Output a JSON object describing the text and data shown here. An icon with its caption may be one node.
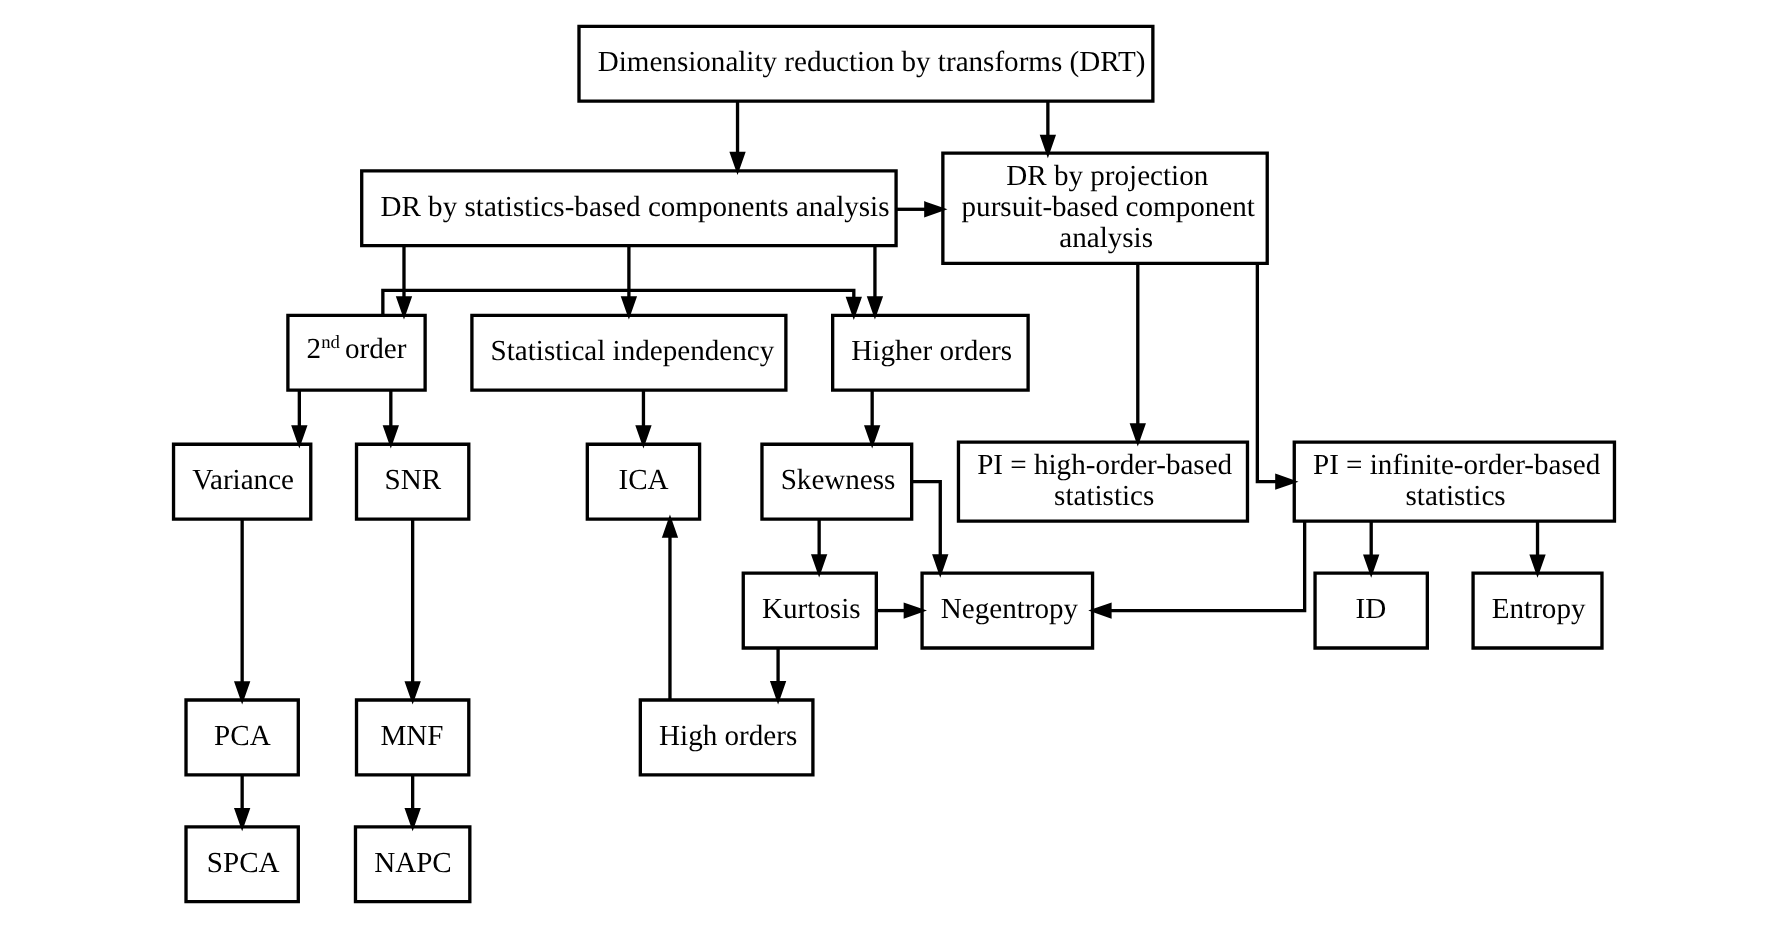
{
  "diagram": {
    "nodes": [
      {
        "text": [
          "Dimensionality reduction by transforms (DRT)"
        ]
      },
      {
        "text": [
          "DR by statistics-based components analysis"
        ]
      },
      {
        "text": [
          "DR by projection pursuit-based component analysis"
        ]
      },
      {
        "text": [
          "2$^{nd}$ order"
        ]
      },
      {
        "text": [
          "Higher orders"
        ]
      },
      {
        "text": [
          "Statistical independency"
        ]
      },
      {
        "text": [
          "PI = infinite-order-based statistics"
        ]
      },
      {
        "text": [
          "PI = high-order-based statistics"
        ]
      },
      {
        "text": [
          "Variance"
        ]
      },
      {
        "text": [
          "SNR"
        ]
      },
      {
        "text": [
          "Skewness"
        ]
      },
      {
        "text": [
          "ICA"
        ]
      },
      {
        "text": [
          "Kurtosis"
        ]
      },
      {
        "text": [
          "Negentropy"
        ]
      },
      {
        "text": [
          "Entropy"
        ]
      },
      {
        "text": [
          "ID"
        ]
      },
      {
        "text": [
          "PCA"
        ]
      },
      {
        "text": [
          "MNF"
        ]
      },
      {
        "text": [
          "High orders"
        ]
      },
      {
        "text": [
          "SPCA"
        ]
      },
      {
        "text": [
          "NAPC"
        ]
      }
    ],
    "edges": [
      {
        "from": 0,
        "to": 1,
        "arrow": "to"
      },
      {
        "from": 0,
        "to": 2,
        "arrow": "to"
      },
      {
        "from": 1,
        "to": 2,
        "arrow": "to"
      },
      {
        "from": 1,
        "to": 3,
        "arrow": "to"
      },
      {
        "from": 1,
        "to": 4,
        "arrow": "to"
      },
      {
        "from": 1,
        "to": 5,
        "arrow": "to"
      },
      {
        "from": 3,
        "to": 4,
        "arrow": "to"
      },
      {
        "from": 2,
        "to": 6,
        "arrow": "to"
      },
      {
        "from": 2,
        "to": 7,
        "arrow": "to"
      },
      {
        "from": 3,
        "to": 8,
        "arrow": "to"
      },
      {
        "from": 3,
        "to": 9,
        "arrow": "to"
      },
      {
        "from": 4,
        "to": 10,
        "arrow": "to"
      },
      {
        "from": 5,
        "to": 11,
        "arrow": "to"
      },
      {
        "from": 6,
        "to": 13,
        "arrow": "to"
      },
      {
        "from": 6,
        "to": 14,
        "arrow": "to"
      },
      {
        "from": 6,
        "to": 15,
        "arrow": "to"
      },
      {
        "from": 8,
        "to": 16,
        "arrow": "to"
      },
      {
        "from": 9,
        "to": 17,
        "arrow": "to"
      },
      {
        "from": 10,
        "to": 12,
        "arrow": "to"
      },
      {
        "from": 10,
        "to": 13,
        "arrow": "to"
      },
      {
        "from": 12,
        "to": 13,
        "arrow": "to"
      },
      {
        "from": 12,
        "to": 18,
        "arrow": "to"
      },
      {
        "from": 18,
        "to": 11,
        "arrow": "to"
      },
      {
        "from": 16,
        "to": 19,
        "arrow": "to"
      },
      {
        "from": 17,
        "to": 20,
        "arrow": "to"
      }
    ]
  }
}
